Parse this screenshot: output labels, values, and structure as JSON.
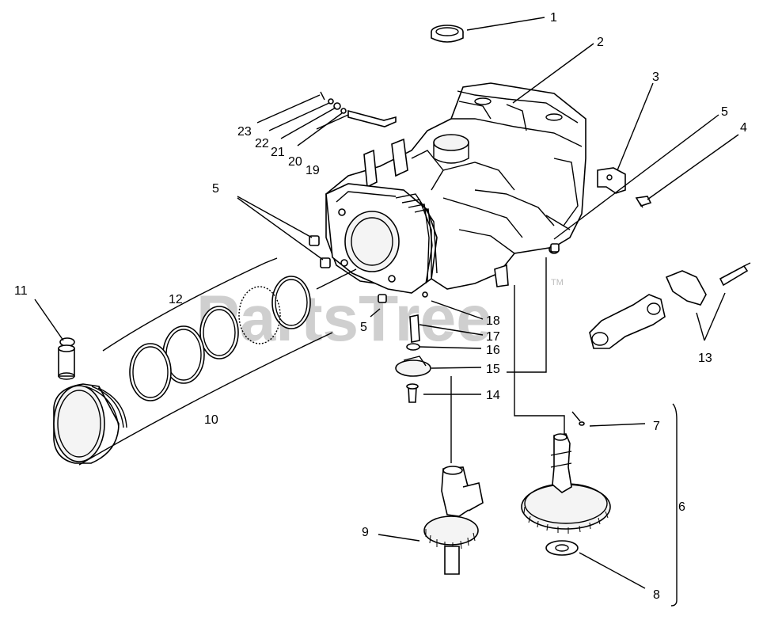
{
  "watermark": {
    "text": "PartsTree",
    "trademark": "TM"
  },
  "callouts": {
    "c1": "1",
    "c2": "2",
    "c3": "3",
    "c4": "4",
    "c5a": "5",
    "c5b": "5",
    "c5c": "5",
    "c6": "6",
    "c7": "7",
    "c8": "8",
    "c9": "9",
    "c10": "10",
    "c11": "11",
    "c12": "12",
    "c13": "13",
    "c14": "14",
    "c15": "15",
    "c16": "16",
    "c17": "17",
    "c18": "18",
    "c19": "19",
    "c20": "20",
    "c21": "21",
    "c22": "22",
    "c23": "23"
  }
}
